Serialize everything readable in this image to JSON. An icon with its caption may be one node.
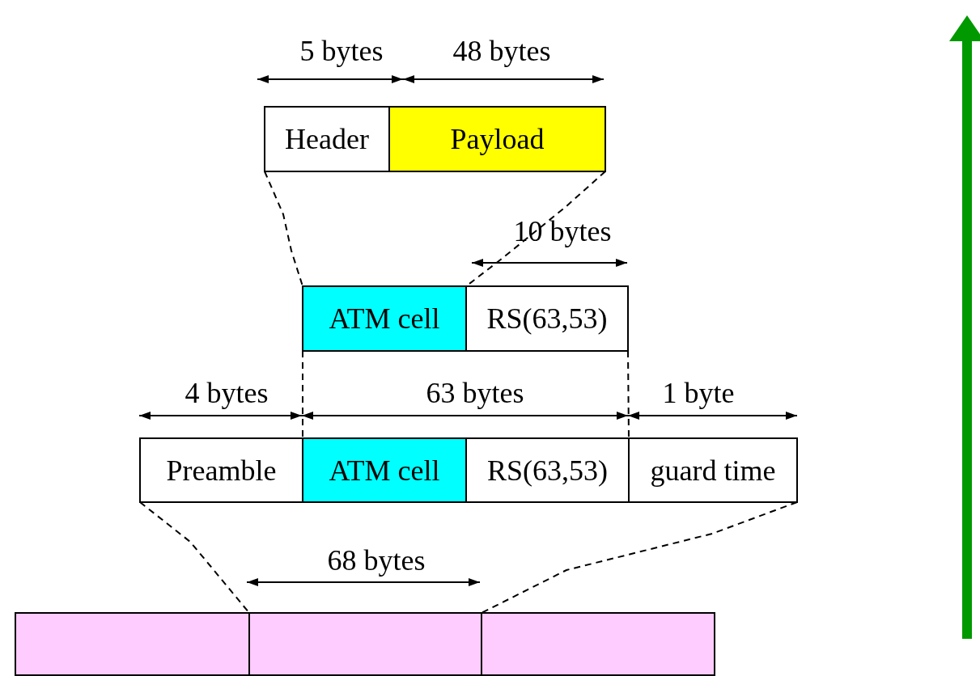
{
  "diagram": {
    "nodes": [
      {
        "text": [
          "Header"
        ]
      },
      {
        "text": [
          "Payload"
        ]
      },
      {
        "text": [
          "ATM cell"
        ]
      },
      {
        "text": [
          "RS(63,53)"
        ]
      },
      {
        "text": [
          "Preamble"
        ]
      },
      {
        "text": [
          "ATM cell"
        ]
      },
      {
        "text": [
          "RS(63,53)"
        ]
      },
      {
        "text": [
          "guard time"
        ]
      },
      {
        "text": [],
        "shape": "box"
      },
      {
        "text": [],
        "shape": "box"
      },
      {
        "text": [],
        "shape": "box"
      }
    ],
    "edges": [
      {
        "from": 0,
        "to": 2,
        "arrow": "none",
        "style": "dashed"
      },
      {
        "from": 1,
        "to": 2,
        "arrow": "none",
        "style": "dashed"
      },
      {
        "from": 2,
        "to": 5,
        "arrow": "none",
        "style": "dashed"
      },
      {
        "from": 3,
        "to": 6,
        "arrow": "none",
        "style": "dashed"
      },
      {
        "from": 4,
        "to": 9,
        "arrow": "none",
        "style": "dashed"
      },
      {
        "from": 7,
        "to": 9,
        "arrow": "none",
        "style": "dashed"
      }
    ],
    "labels": [
      "5 bytes",
      "48 bytes",
      "10 bytes",
      "4 bytes",
      "63 bytes",
      "1 byte",
      "68 bytes"
    ]
  }
}
